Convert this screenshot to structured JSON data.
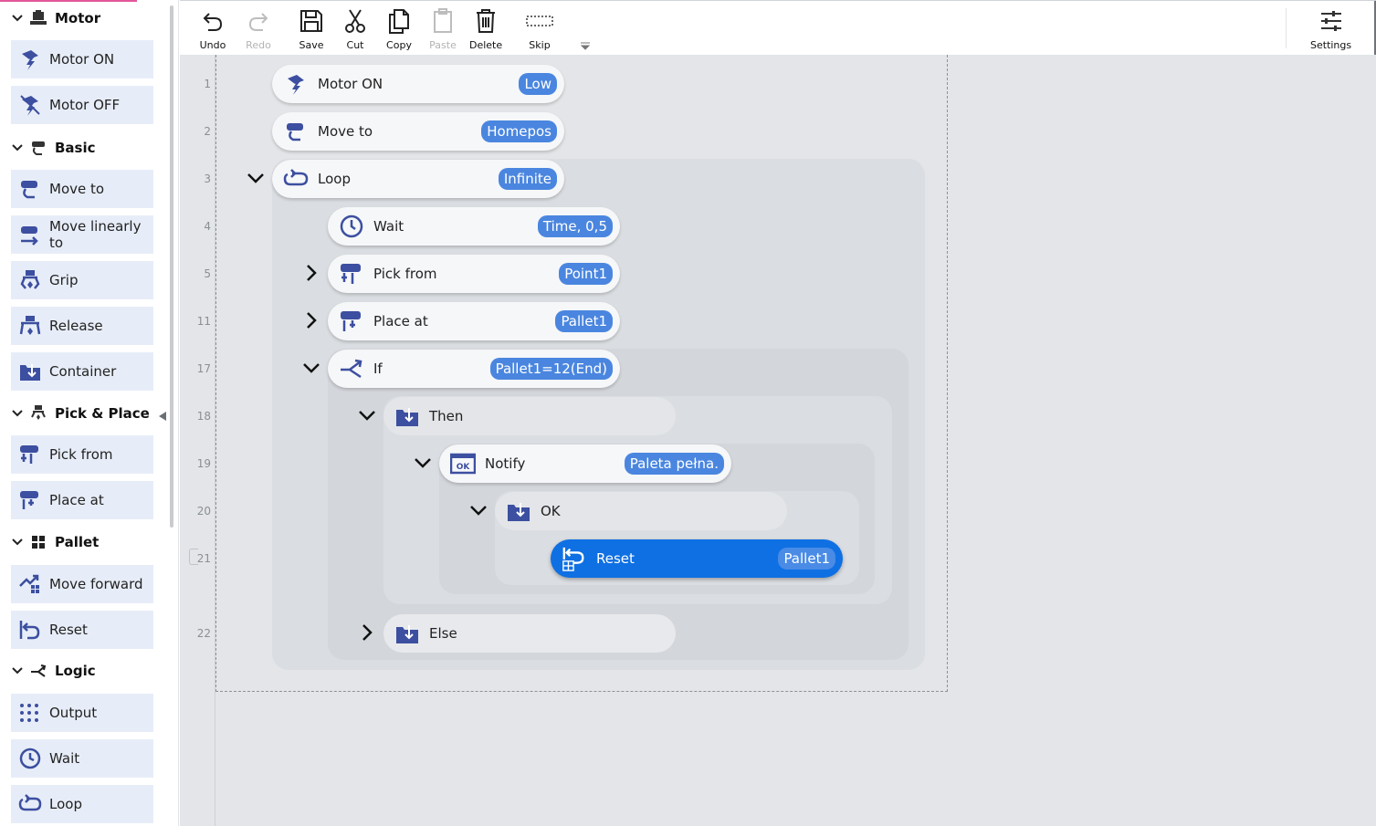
{
  "sidebar": {
    "sections": [
      {
        "name": "motor",
        "title": "Motor",
        "items": [
          "Motor ON",
          "Motor OFF"
        ]
      },
      {
        "name": "basic",
        "title": "Basic",
        "items": [
          "Move to",
          "Move linearly to",
          "Grip",
          "Release",
          "Container"
        ]
      },
      {
        "name": "pick-place",
        "title": "Pick & Place",
        "items": [
          "Pick from",
          "Place at"
        ]
      },
      {
        "name": "pallet",
        "title": "Pallet",
        "items": [
          "Move forward",
          "Reset"
        ]
      },
      {
        "name": "logic",
        "title": "Logic",
        "items": [
          "Output",
          "Wait",
          "Loop"
        ]
      }
    ]
  },
  "toolbar": {
    "undo": "Undo",
    "redo": "Redo",
    "save": "Save",
    "cut": "Cut",
    "copy": "Copy",
    "paste": "Paste",
    "delete": "Delete",
    "skip": "Skip",
    "settings": "Settings"
  },
  "line_numbers": [
    "1",
    "2",
    "3",
    "4",
    "5",
    "11",
    "17",
    "18",
    "19",
    "20",
    "21",
    "22"
  ],
  "program": [
    {
      "label": "Motor ON",
      "badge": "Low"
    },
    {
      "label": "Move to",
      "badge": "Homepos"
    },
    {
      "label": "Loop",
      "badge": "Infinite"
    },
    {
      "label": "Wait",
      "badge": "Time, 0,5"
    },
    {
      "label": "Pick from",
      "badge": "Point1"
    },
    {
      "label": "Place at",
      "badge": "Pallet1"
    },
    {
      "label": "If",
      "badge": "Pallet1=12(End)"
    },
    {
      "label": "Then",
      "badge": ""
    },
    {
      "label": "Notify",
      "badge": "Paleta pełna."
    },
    {
      "label": "OK",
      "badge": ""
    },
    {
      "label": "Reset",
      "badge": "Pallet1"
    },
    {
      "label": "Else",
      "badge": ""
    }
  ],
  "colors": {
    "accent": "#0f70e3",
    "badge": "#4a86df",
    "icon": "#3c4fa0",
    "item_bg": "#e7edf8",
    "editor_bg": "#e3e5e8"
  }
}
